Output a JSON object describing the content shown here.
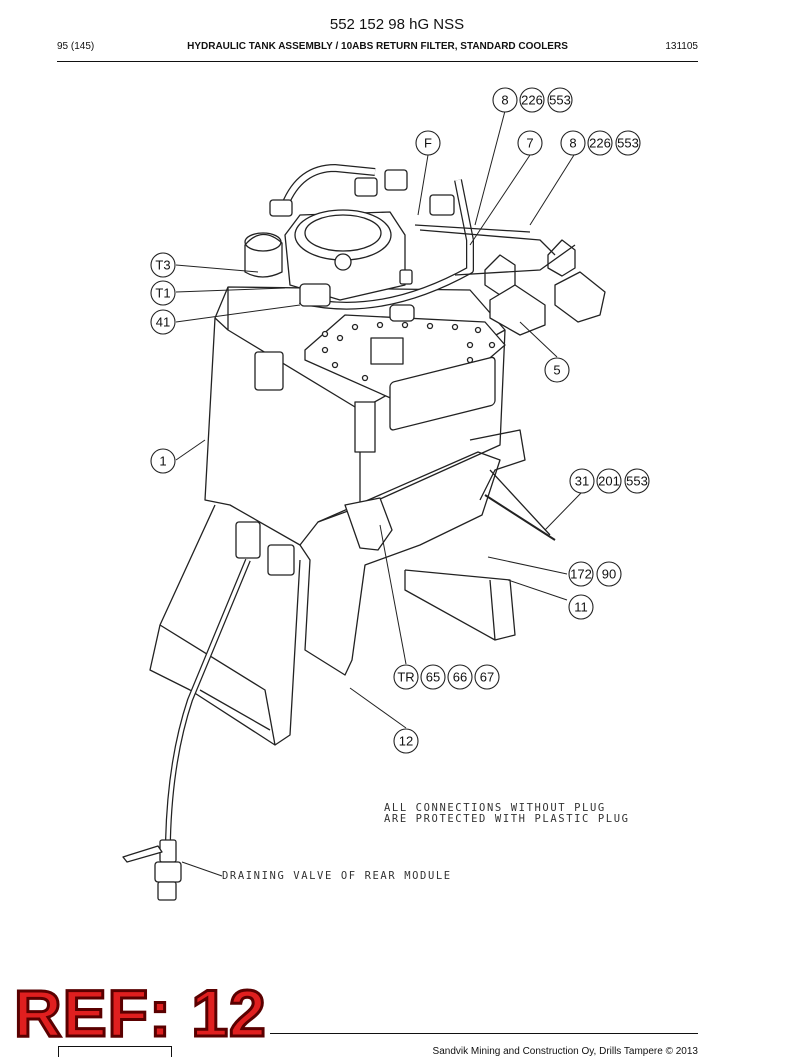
{
  "header": {
    "doc_number": "552 152 98 hG NSS",
    "page_number": "95 (145)",
    "section_title": "HYDRAULIC TANK ASSEMBLY / 10ABS RETURN FILTER, STANDARD COOLERS",
    "date_code": "131105"
  },
  "balloons": {
    "b8a": "8",
    "b226a": "226",
    "b553a": "553",
    "bF": "F",
    "b7": "7",
    "b8b": "8",
    "b226b": "226",
    "b553b": "553",
    "bT3": "T3",
    "bT1": "T1",
    "b41": "41",
    "b5": "5",
    "b1": "1",
    "b31": "31",
    "b201": "201",
    "b553c": "553",
    "b172": "172",
    "b90": "90",
    "b11": "11",
    "bTR": "TR",
    "b65": "65",
    "b66": "66",
    "b67": "67",
    "b12": "12"
  },
  "notes": {
    "connections_line1": "ALL CONNECTIONS WITHOUT PLUG",
    "connections_line2": "ARE PROTECTED WITH PLASTIC PLUG",
    "drain_valve": "DRAINING VALVE OF REAR MODULE"
  },
  "stamp": {
    "ref": "REF: 12"
  },
  "footer": {
    "copyright": "Sandvik Mining and Construction Oy, Drills Tampere © 2013"
  }
}
